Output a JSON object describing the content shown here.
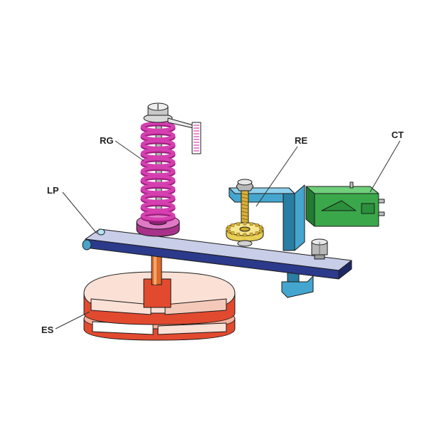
{
  "labels": {
    "rg": "RG",
    "re": "RE",
    "ct": "CT",
    "lp": "LP",
    "es": "ES"
  },
  "colors": {
    "spring": "#d63fb0",
    "spring_dark": "#9e1f7f",
    "lever": "#2c3a8c",
    "lever_top": "#c8cde8",
    "bracket": "#44a6cf",
    "bracket_dark": "#2a7ea3",
    "gear": "#f2e27a",
    "switch": "#3aa84a",
    "switch_dark": "#237a33",
    "sensor_top": "#fbe0d6",
    "sensor_side": "#e24a2f",
    "stem": "#e06a2a"
  }
}
